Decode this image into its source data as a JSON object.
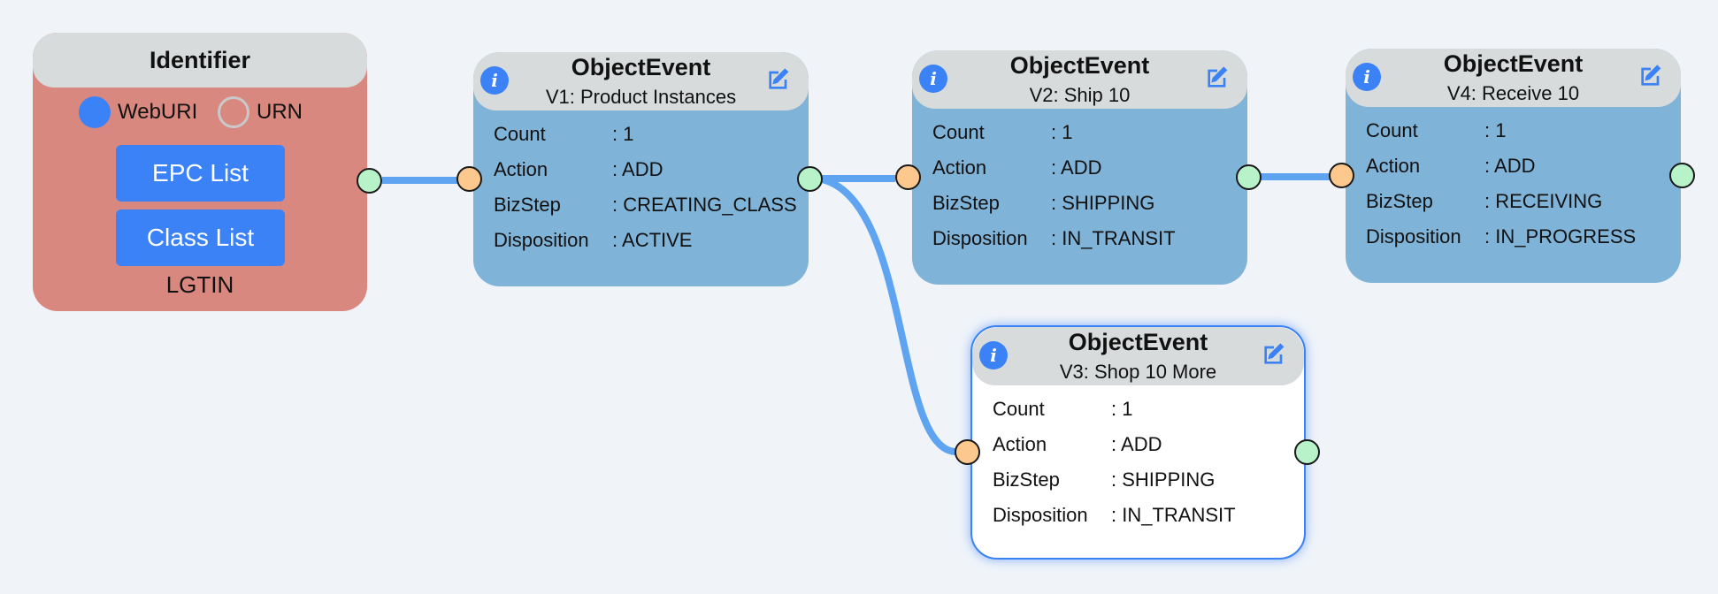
{
  "identifier": {
    "title": "Identifier",
    "radio_options": [
      {
        "label": "WebURI",
        "selected": true
      },
      {
        "label": "URN",
        "selected": false
      }
    ],
    "buttons": [
      "EPC List",
      "Class List"
    ],
    "footer": "LGTIN"
  },
  "events": [
    {
      "title": "ObjectEvent",
      "subtitle": "V1: Product Instances",
      "rows": [
        {
          "key": "Count",
          "value": "1"
        },
        {
          "key": "Action",
          "value": "ADD"
        },
        {
          "key": "BizStep",
          "value": "CREATING_CLASS"
        },
        {
          "key": "Disposition",
          "value": "ACTIVE"
        }
      ]
    },
    {
      "title": "ObjectEvent",
      "subtitle": "V2: Ship 10",
      "rows": [
        {
          "key": "Count",
          "value": "1"
        },
        {
          "key": "Action",
          "value": "ADD"
        },
        {
          "key": "BizStep",
          "value": "SHIPPING"
        },
        {
          "key": "Disposition",
          "value": "IN_TRANSIT"
        }
      ]
    },
    {
      "title": "ObjectEvent",
      "subtitle": "V4: Receive 10",
      "rows": [
        {
          "key": "Count",
          "value": "1"
        },
        {
          "key": "Action",
          "value": "ADD"
        },
        {
          "key": "BizStep",
          "value": "RECEIVING"
        },
        {
          "key": "Disposition",
          "value": "IN_PROGRESS"
        }
      ]
    },
    {
      "title": "ObjectEvent",
      "subtitle": "V3: Shop 10 More",
      "selected": true,
      "rows": [
        {
          "key": "Count",
          "value": "1"
        },
        {
          "key": "Action",
          "value": "ADD"
        },
        {
          "key": "BizStep",
          "value": "SHIPPING"
        },
        {
          "key": "Disposition",
          "value": "IN_TRANSIT"
        }
      ]
    }
  ],
  "colors": {
    "identifier_body": "#d98880",
    "event_body": "#80b3d8",
    "header": "#d7dbdc",
    "accent": "#3b82f6",
    "wire": "#5fa4f0",
    "handle_in": "#fcc88d",
    "handle_out": "#b7f2c9"
  }
}
